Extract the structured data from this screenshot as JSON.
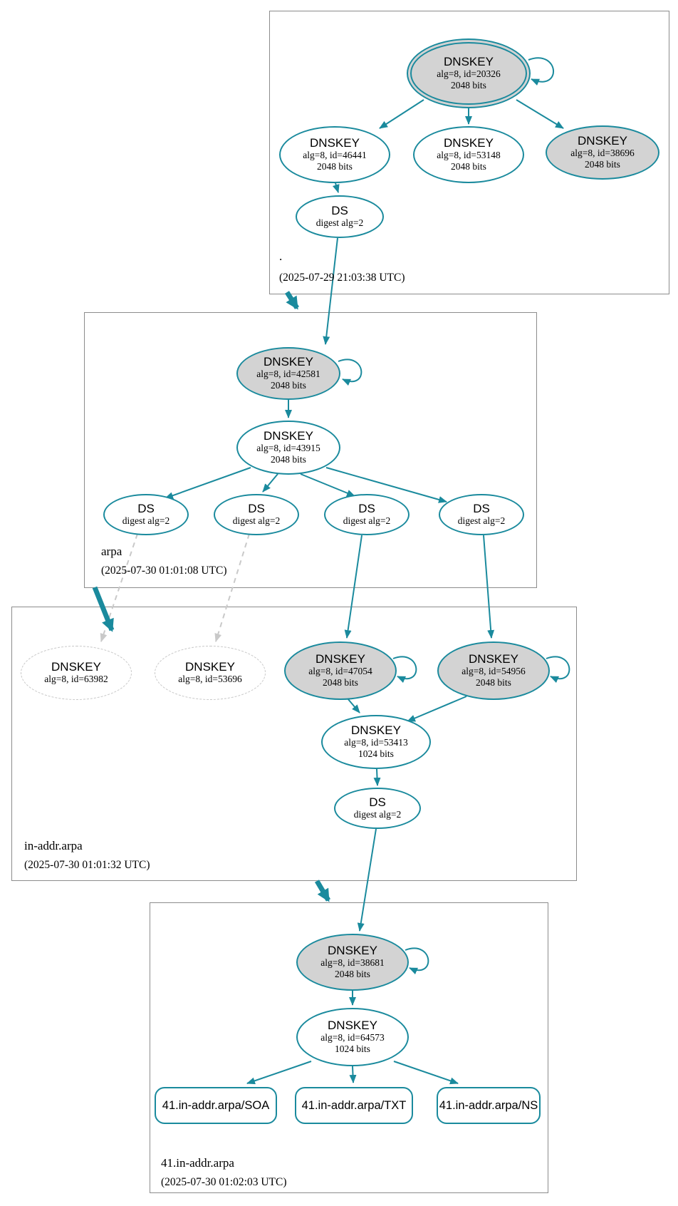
{
  "diagram": {
    "accent_teal": "#1a8a9d",
    "node_fill_ksk": "#d3d3d3",
    "dashed_gray": "#c6c6c6",
    "box_border": "#8c8c8c"
  },
  "zones": {
    "root": {
      "name": ".",
      "timestamp": "(2025-07-29 21:03:38 UTC)"
    },
    "arpa": {
      "name": "arpa",
      "timestamp": "(2025-07-30 01:01:08 UTC)"
    },
    "inaddr": {
      "name": "in-addr.arpa",
      "timestamp": "(2025-07-30 01:01:32 UTC)"
    },
    "net41": {
      "name": "41.in-addr.arpa",
      "timestamp": "(2025-07-30 01:02:03 UTC)"
    }
  },
  "nodes": {
    "k20326": {
      "label": "DNSKEY",
      "detail": "alg=8, id=20326",
      "bits": "2048 bits"
    },
    "k46441": {
      "label": "DNSKEY",
      "detail": "alg=8, id=46441",
      "bits": "2048 bits"
    },
    "k53148": {
      "label": "DNSKEY",
      "detail": "alg=8, id=53148",
      "bits": "2048 bits"
    },
    "k38696": {
      "label": "DNSKEY",
      "detail": "alg=8, id=38696",
      "bits": "2048 bits"
    },
    "k42581": {
      "label": "DNSKEY",
      "detail": "alg=8, id=42581",
      "bits": "2048 bits"
    },
    "k43915": {
      "label": "DNSKEY",
      "detail": "alg=8, id=43915",
      "bits": "2048 bits"
    },
    "k63982": {
      "label": "DNSKEY",
      "detail": "alg=8, id=63982"
    },
    "k53696": {
      "label": "DNSKEY",
      "detail": "alg=8, id=53696"
    },
    "k47054": {
      "label": "DNSKEY",
      "detail": "alg=8, id=47054",
      "bits": "2048 bits"
    },
    "k54956": {
      "label": "DNSKEY",
      "detail": "alg=8, id=54956",
      "bits": "2048 bits"
    },
    "k53413": {
      "label": "DNSKEY",
      "detail": "alg=8, id=53413",
      "bits": "1024 bits"
    },
    "k38681": {
      "label": "DNSKEY",
      "detail": "alg=8, id=38681",
      "bits": "2048 bits"
    },
    "k64573": {
      "label": "DNSKEY",
      "detail": "alg=8, id=64573",
      "bits": "1024 bits"
    },
    "ds": {
      "label": "DS",
      "detail": "digest alg=2"
    },
    "rr_soa": {
      "label": "41.in-addr.arpa/SOA"
    },
    "rr_txt": {
      "label": "41.in-addr.arpa/TXT"
    },
    "rr_ns": {
      "label": "41.in-addr.arpa/NS"
    }
  }
}
